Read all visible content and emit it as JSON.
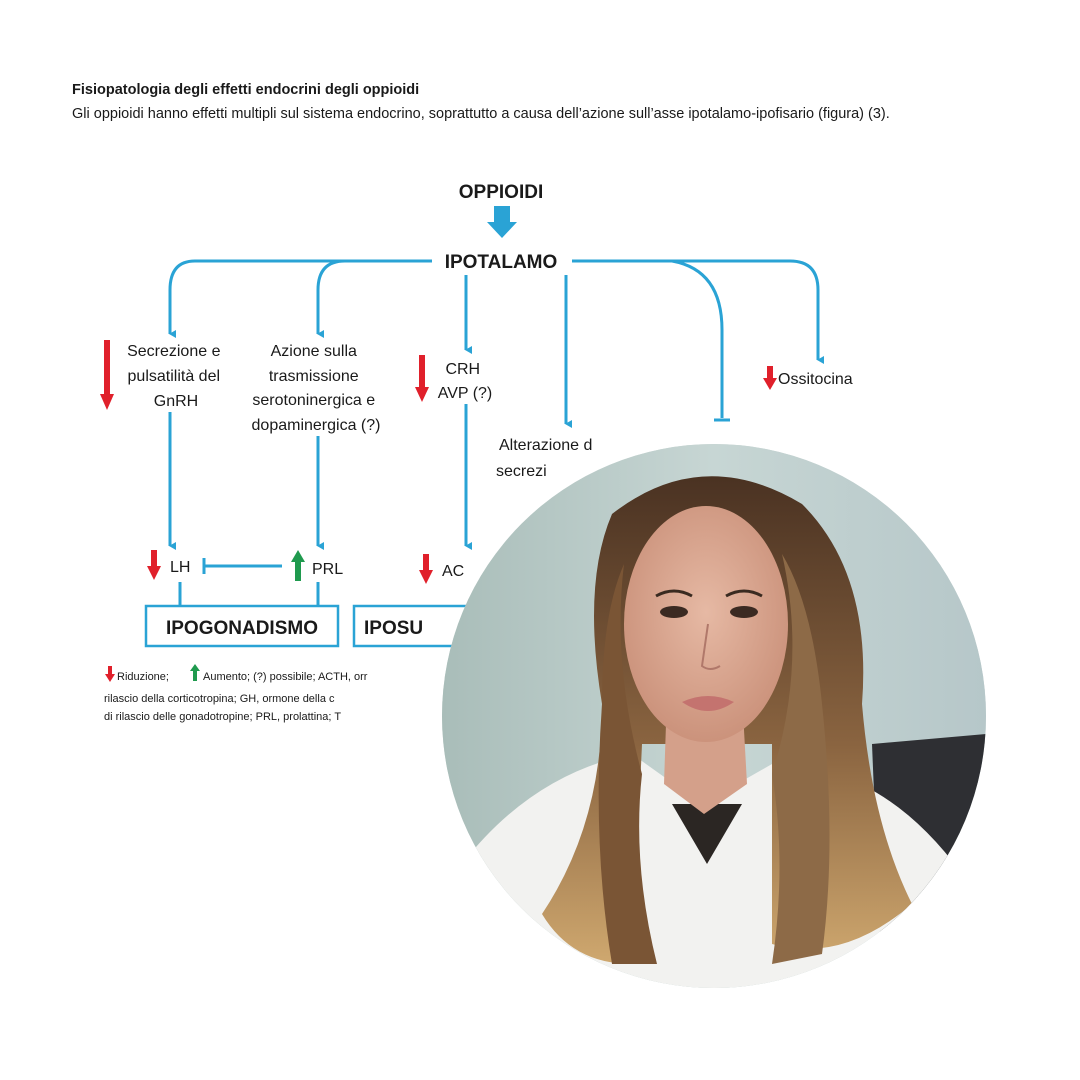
{
  "document": {
    "title": "Fisiopatologia degli effetti endocrini degli oppioidi",
    "paragraph": "Gli oppioidi hanno effetti multipli sul sistema endocrino, soprattutto a causa dell’azione sull’asse ipotalamo-ipofisario (figura) (3)."
  },
  "diagram": {
    "top_node": "OPPIOIDI",
    "center_node": "IPOTALAMO",
    "branch_gnrh": [
      "Secrezione e",
      "pulsatilità del",
      "GnRH"
    ],
    "branch_sero": [
      "Azione sulla",
      "trasmissione",
      "serotoninergica e",
      "dopaminergica (?)"
    ],
    "branch_crh": [
      "CRH",
      "AVP (?)"
    ],
    "branch_alter": [
      "Alterazione d",
      "secrezi"
    ],
    "branch_ossitocina": "Ossitocina",
    "node_lh": "LH",
    "node_prl": "PRL",
    "node_ac": "AC",
    "box_ipogonadismo": "IPOGONADISMO",
    "box_iposu": "IPOSU",
    "legend": {
      "line1_reduction": "Riduzione;",
      "line1_rest": "Aumento; (?) possibile; ACTH, orr",
      "line2": "rilascio della corticotropina; GH, ormone della c",
      "line3": "di rilascio delle gonadotropine; PRL, prolattina; T"
    },
    "colors": {
      "line": "#2aa3d5",
      "down_arrow": "#e0202b",
      "up_arrow": "#1f9a4e",
      "box_border": "#2aa3d5"
    }
  },
  "photo": {
    "icon": "person-portrait-photo"
  }
}
